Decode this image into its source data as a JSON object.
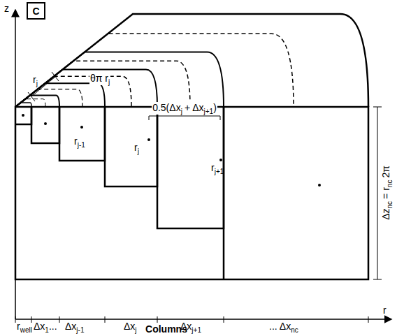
{
  "diagram": {
    "nodes": [
      {
        "text": [
          "C"
        ]
      }
    ],
    "labels": [
      "z",
      "r",
      "r",
      "j",
      "θπ r",
      "j",
      "0.5(Δx",
      "j",
      "+ Δx",
      "j+1",
      ")",
      "r",
      "j-1",
      "r",
      "j",
      "r",
      "j+1",
      "Δz",
      "nc",
      "= r",
      "nc",
      "2π",
      "r",
      "well",
      "Δx",
      "1",
      "...",
      "Δx",
      "j-1",
      "Δx",
      "j",
      "Δx",
      "j+1",
      "... Δx",
      "nc",
      "Columns"
    ]
  }
}
